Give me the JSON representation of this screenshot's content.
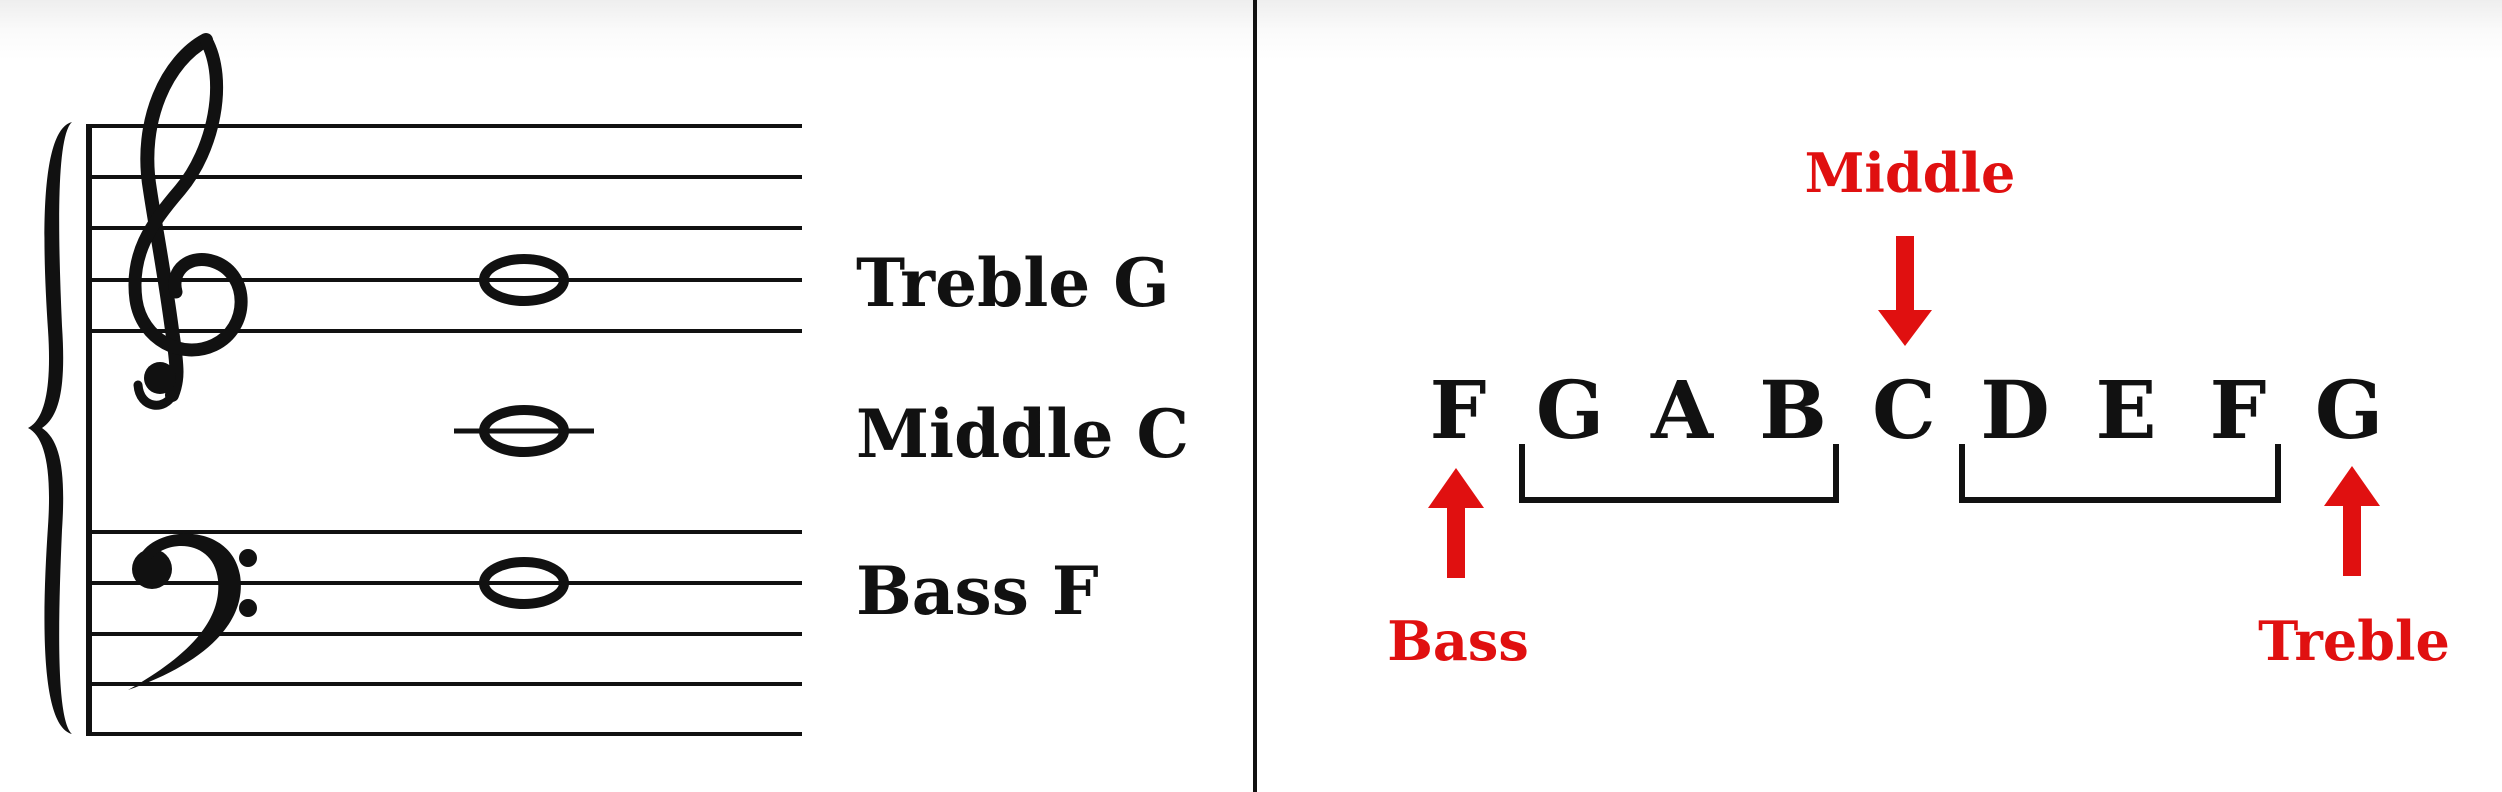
{
  "staff_labels": {
    "treble": "Treble G",
    "middle": "Middle C",
    "bass": "Bass F"
  },
  "sequence": [
    "F",
    "G",
    "A",
    "B",
    "C",
    "D",
    "E",
    "F",
    "G"
  ],
  "markers": {
    "middle": "Middle",
    "bass": "Bass",
    "treble": "Treble"
  },
  "colors": {
    "ink": "#111111",
    "accent": "#e01010"
  },
  "icons": {
    "treble_clef": "treble-clef-icon",
    "bass_clef": "bass-clef-icon",
    "brace": "grand-staff-brace"
  }
}
